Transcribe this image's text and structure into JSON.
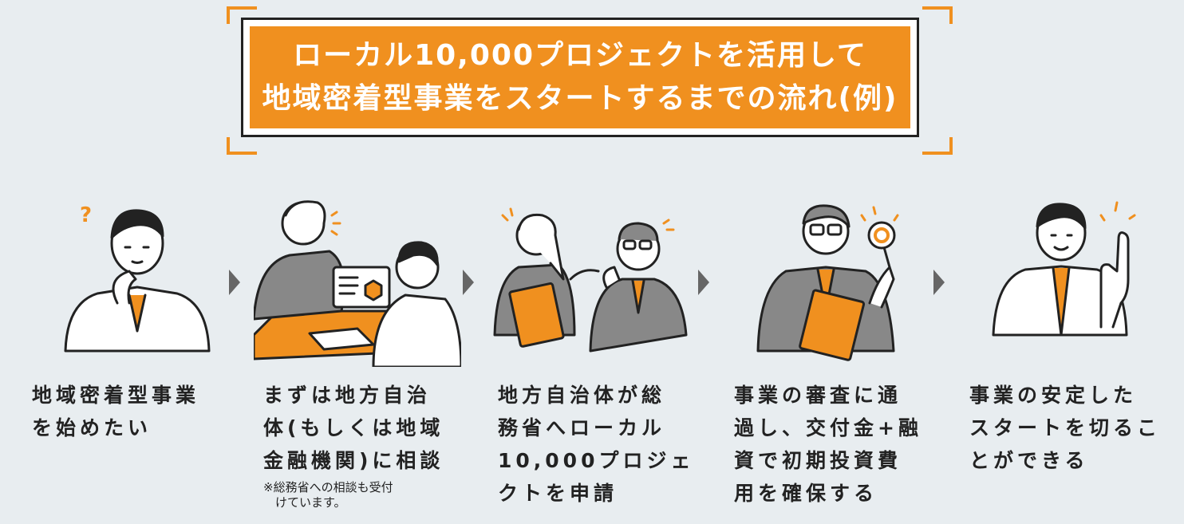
{
  "header": {
    "title_line1": "ローカル10,000プロジェクトを活用して",
    "title_line2": "地域密着型事業をスタートするまでの流れ(例)"
  },
  "steps": [
    {
      "caption": "地域密着型事業\nを始めたい",
      "illustration": "man-thinking-icon"
    },
    {
      "caption": "まずは地方自治\n体(もしくは地域\n金融機関)に相談",
      "note": "※総務省への相談も受付\n　けています。",
      "illustration": "consultation-icon"
    },
    {
      "caption": "地方自治体が総\n務省へローカル\n10,000プロジェ\nクトを申請",
      "illustration": "application-icon"
    },
    {
      "caption": "事業の審査に通\n過し、交付金+融\n資で初期投資費\n用を確保する",
      "illustration": "approval-icon"
    },
    {
      "caption": "事業の安定した\nスタートを切るこ\nとができる",
      "illustration": "man-pointing-up-icon"
    }
  ],
  "colors": {
    "accent": "#f0901f",
    "background": "#e8edf0",
    "ink": "#222222"
  }
}
